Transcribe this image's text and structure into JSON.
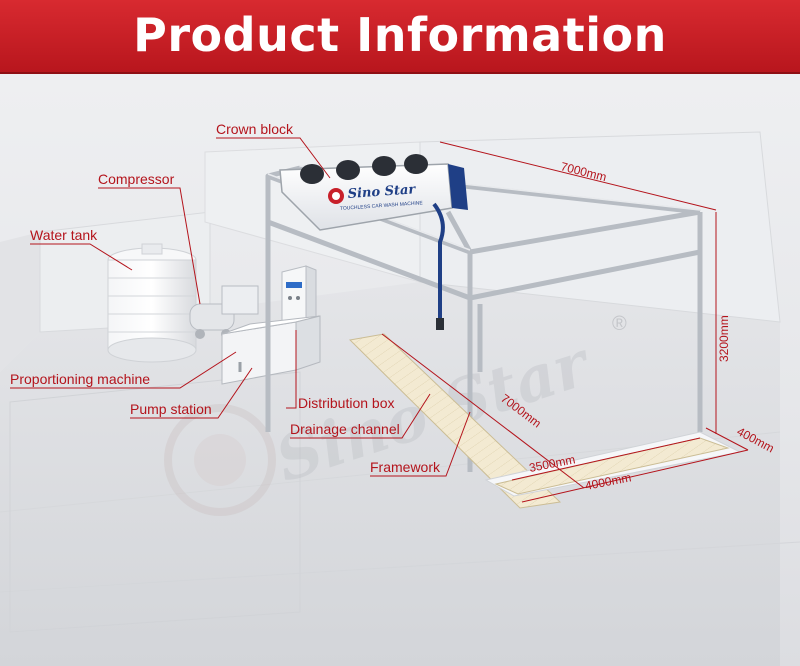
{
  "header": {
    "title": "Product Information"
  },
  "labels": {
    "crown_block": "Crown block",
    "compressor": "Compressor",
    "water_tank": "Water tank",
    "proportioning_machine": "Proportioning machine",
    "pump_station": "Pump station",
    "distribution_box": "Distribution box",
    "drainage_channel": "Drainage channel",
    "framework": "Framework"
  },
  "dimensions": {
    "length_top": "7000mm",
    "height": "3200mm",
    "length_channel": "7000mm",
    "width_channel": "400mm",
    "spacing_inner": "3500mm",
    "spacing_outer": "4000mm"
  },
  "brand": {
    "name": "Sino Star",
    "tagline": "TOUCHLESS CAR WASH MACHINE",
    "registered": "®"
  },
  "colors": {
    "banner": "#c8202a",
    "label": "#b4141c",
    "frame": "#c9cdd3",
    "accent_blue": "#1f3f86"
  }
}
